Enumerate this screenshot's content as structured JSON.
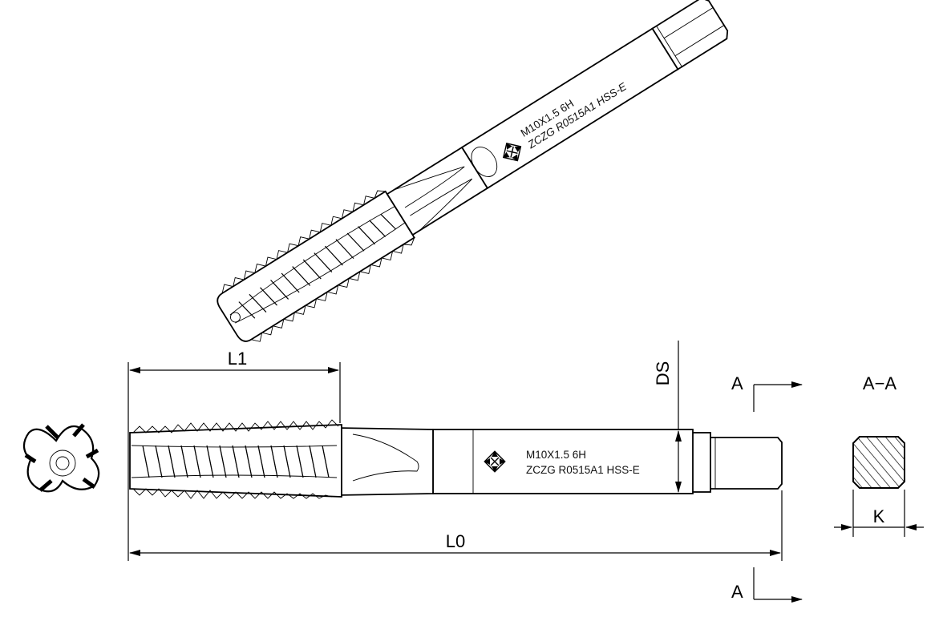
{
  "iso_view": {
    "marking_line1": "M10X1.5 6H",
    "marking_line2": "ZCZG R0515A1 HSS-E"
  },
  "side_view": {
    "marking_line1": "M10X1.5 6H",
    "marking_line2": "ZCZG R0515A1 HSS-E"
  },
  "dimensions": {
    "thread_length": "L1",
    "overall_length": "L0",
    "shank_diameter": "DS",
    "square_width": "K"
  },
  "section": {
    "cut_label_top": "A",
    "cut_label_bottom": "A",
    "title": "A−A"
  },
  "icons": [
    "logo-icon"
  ]
}
